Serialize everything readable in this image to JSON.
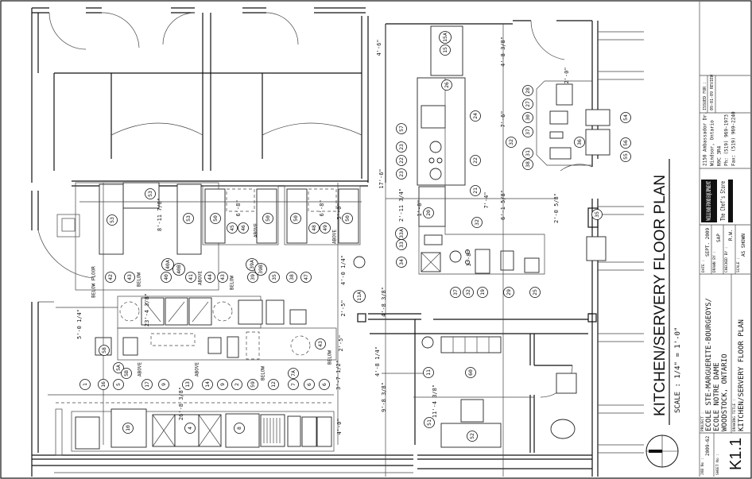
{
  "title_block": {
    "drawing_title": "KITCHEN/SERVERY FLOOR PLAN",
    "scale_text": "SCALE : 1/4\" = 1'-0\"",
    "project_label": "PROJECT :",
    "project_lines": [
      "ECOLE STE-MARGUERITE-BOURGEOYS/",
      "ECOLE NOTRE DAME",
      "WOODSTOCK, ONTARIO"
    ],
    "drawing_title_label": "DRAWING TITLE :",
    "drawing_title_value": "KITCHEN/SERVERY FLOOR PLAN",
    "job_no_label": "JOB No :",
    "job_no": "2009-62",
    "sheet_no_label": "SHEET No :",
    "sheet_no": "K1.1",
    "date_label": "DATE :",
    "date": "SEPT. 2009",
    "drawn_by_label": "DRAWN BY :",
    "drawn_by": "SAP",
    "checked_by_label": "CHECKED BY :",
    "checked_by": "R.W.",
    "scale_label": "SCALE :",
    "scale_value": "AS SHOWN",
    "company_logo": "WILLIAMS FOOD EQUIPMENT",
    "company_tagline": "The Chef's Store",
    "address_lines": [
      "2150 Ambassador Dr.",
      "Windsor, Ontario",
      "N9C 3R4",
      "Ph: (519) 969-1973",
      "Fax: (519) 969-2240"
    ],
    "issued_for_label": "ISSUED FOR :",
    "issued_row": [
      "09-01-09",
      "REVIEW"
    ]
  },
  "equipment_tags": [
    "15A",
    "15",
    "26",
    "24",
    "57",
    "23",
    "22",
    "22",
    "23",
    "21",
    "20",
    "32",
    "33A",
    "33",
    "34",
    "37",
    "32",
    "19",
    "29",
    "25",
    "28",
    "27",
    "30",
    "37",
    "32",
    "36",
    "31",
    "38",
    "54",
    "56",
    "55",
    "35",
    "53",
    "53",
    "53",
    "50",
    "50",
    "45",
    "46",
    "50",
    "50",
    "48",
    "49",
    "40A",
    "40B",
    "40",
    "42",
    "43",
    "41",
    "44",
    "43",
    "39A",
    "39B",
    "39",
    "35",
    "38",
    "47",
    "11A",
    "58",
    "43",
    "5A",
    "5B",
    "1",
    "16",
    "5",
    "17",
    "9",
    "13",
    "14",
    "9",
    "2",
    "59",
    "12",
    "7A",
    "7",
    "6",
    "6",
    "10",
    "4",
    "8",
    "11",
    "60",
    "51",
    "52"
  ],
  "dimensions": [
    "4'-6\"",
    "4'-8 3/8\"",
    "2'-0\"",
    "7'-6\"",
    "17'-6\"",
    "6'-1 5/8\"",
    "2'-11 3/4\"",
    "7'-4\"",
    "2'-0 5/8\"",
    "1'-8\"",
    "3'-8\"",
    "8'-11 7/8\"",
    "6'-8\"",
    "6'-8\"",
    "5'-0\"",
    "4'-0 1/4\"",
    "2'-5\"",
    "5'-0 1/4\"",
    "23'-4 3/8\"",
    "4'-8 3/8\"",
    "2'-5\"",
    "4'-8 1/4\"",
    "3'-7 1/2\"",
    "9'-8 3/8\"",
    "11'-4 3/8\"",
    "26'-8 3/8\"",
    "4'-0\""
  ],
  "annotations": [
    "BELOW FLOOR",
    "BELOW",
    "ABOVE",
    "BELOW",
    "ABOVE",
    "ABOVE",
    "BELOW",
    "ABOVE",
    "ABOVE",
    "BELOW"
  ]
}
